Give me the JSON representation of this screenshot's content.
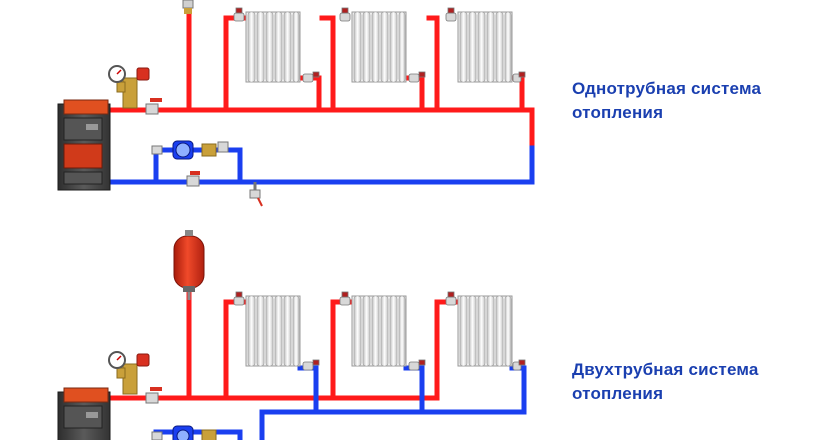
{
  "captions": {
    "one_pipe": {
      "line1": "Однотрубная система",
      "line2": "отопления"
    },
    "two_pipe": {
      "line1": "Двухтрубная система",
      "line2": "отопления"
    }
  },
  "colors": {
    "hot_pipe": "#ff1a1a",
    "cold_pipe": "#1a3ff0",
    "caption_text": "#1a3fb0",
    "radiator": "#eeeeee",
    "boiler_body": "#444444",
    "boiler_fire": "#d03a1a",
    "expansion_tank": "#e02a10",
    "valve_brass": "#c9a03a"
  },
  "diagrams": [
    {
      "system": "one-pipe",
      "radiators": 3,
      "components": [
        "boiler",
        "safety-group",
        "circulation-pump",
        "bypass",
        "drain-valve"
      ]
    },
    {
      "system": "two-pipe",
      "radiators": 3,
      "components": [
        "boiler",
        "safety-group",
        "expansion-tank",
        "circulation-pump"
      ]
    }
  ]
}
